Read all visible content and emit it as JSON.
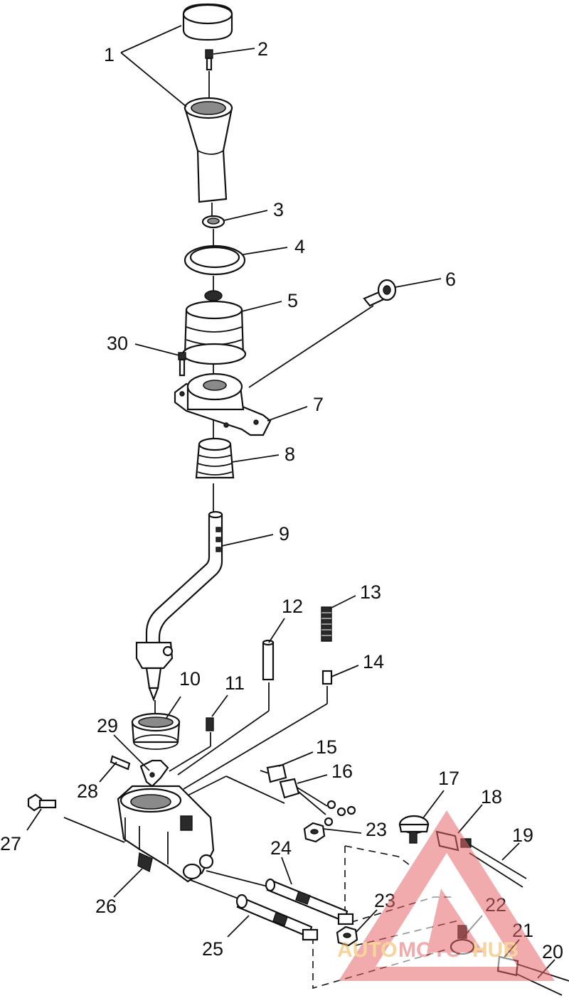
{
  "diagram": {
    "callouts": [
      "1",
      "2",
      "3",
      "4",
      "5",
      "6",
      "7",
      "8",
      "9",
      "10",
      "11",
      "12",
      "13",
      "14",
      "15",
      "16",
      "17",
      "18",
      "19",
      "20",
      "21",
      "22",
      "23",
      "23",
      "24",
      "25",
      "26",
      "27",
      "28",
      "29",
      "30"
    ]
  },
  "watermark": {
    "text_a": "AUTO",
    "text_b": "MOTO",
    "text_c": "HUB",
    "color_red": "#e8676a",
    "color_gold": "#f2b24a"
  }
}
